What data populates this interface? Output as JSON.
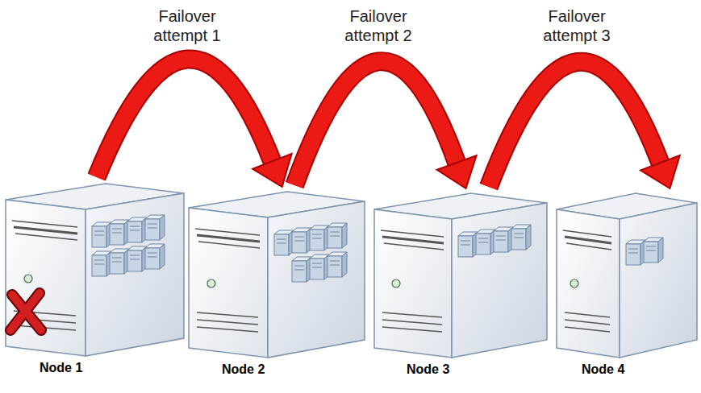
{
  "diagram": {
    "nodes": [
      {
        "text": [
          "Node 1"
        ]
      },
      {
        "text": [
          "Node 2"
        ]
      },
      {
        "text": [
          "Node 3"
        ]
      },
      {
        "text": [
          "Node 4"
        ]
      }
    ],
    "edges": [
      {
        "from": 0,
        "to": 1,
        "arrow": "to",
        "label": "Failover attempt 1"
      },
      {
        "from": 1,
        "to": 2,
        "arrow": "to",
        "label": "Failover attempt 2"
      },
      {
        "from": 2,
        "to": 3,
        "arrow": "to",
        "label": "Failover attempt 3"
      }
    ]
  }
}
